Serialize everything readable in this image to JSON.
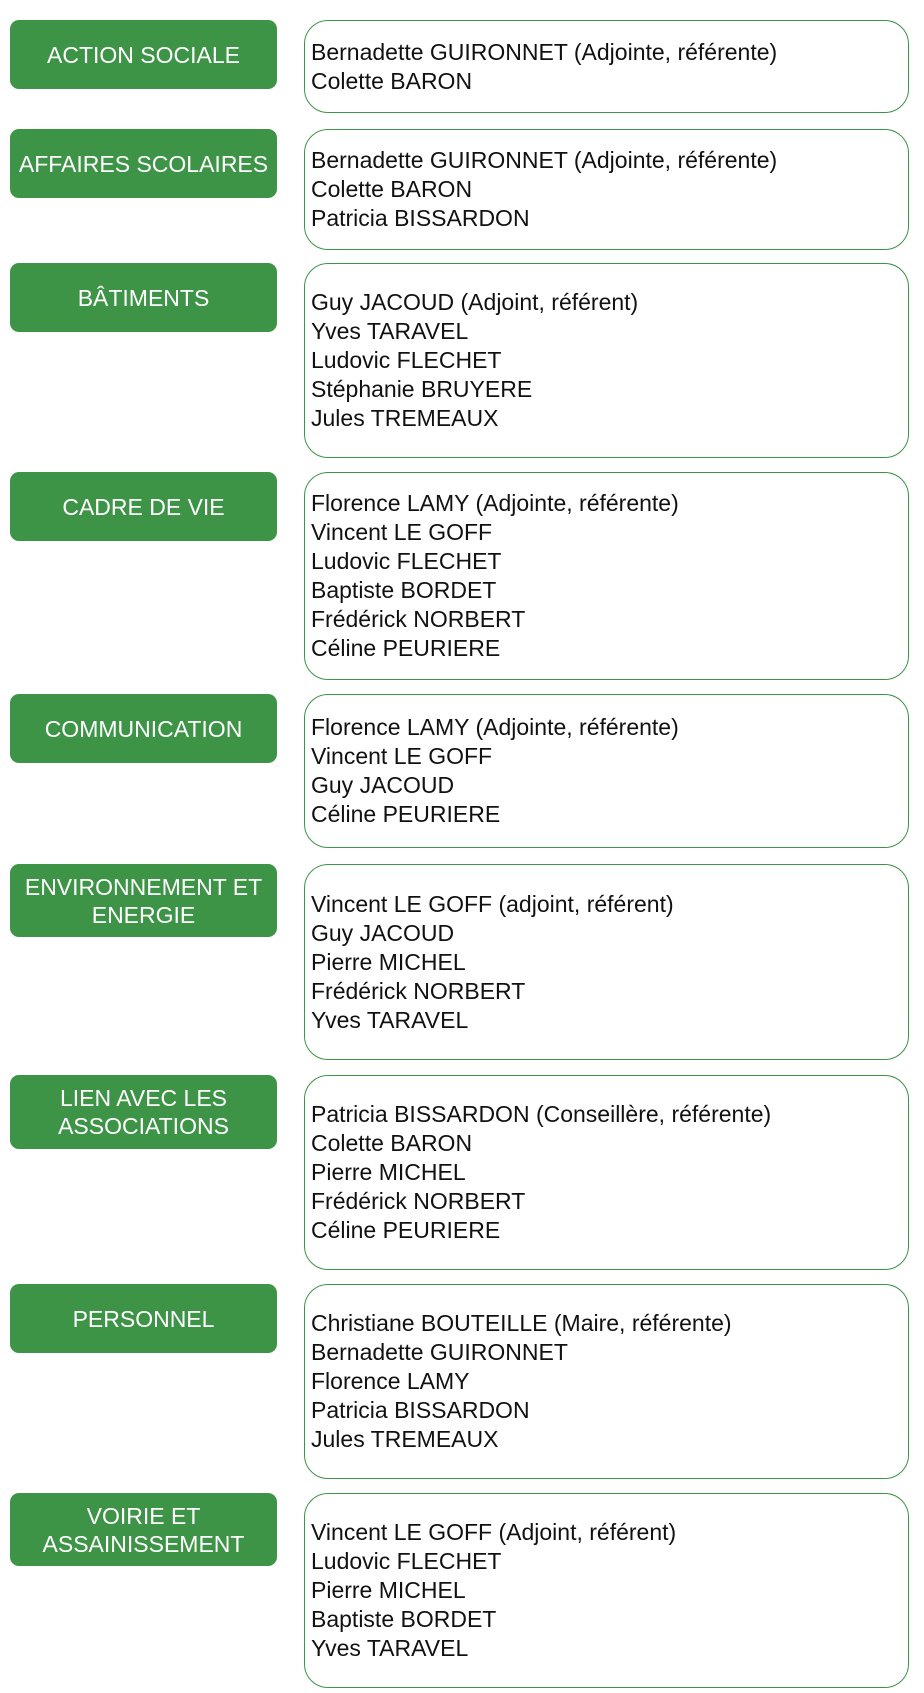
{
  "commissions": [
    {
      "name": "ACTION SOCIALE",
      "members": [
        "Bernadette GUIRONNET (Adjointe, référente)",
        "Colette BARON"
      ]
    },
    {
      "name": "AFFAIRES SCOLAIRES",
      "members": [
        "Bernadette GUIRONNET (Adjointe, référente)",
        "Colette BARON",
        "Patricia BISSARDON"
      ]
    },
    {
      "name": "BÂTIMENTS",
      "members": [
        "Guy JACOUD (Adjoint, référent)",
        "Yves TARAVEL",
        "Ludovic FLECHET",
        "Stéphanie BRUYERE",
        "Jules TREMEAUX"
      ]
    },
    {
      "name": "CADRE DE VIE",
      "members": [
        "Florence LAMY (Adjointe, référente)",
        "Vincent LE GOFF",
        "Ludovic FLECHET",
        "Baptiste BORDET",
        "Frédérick NORBERT",
        "Céline PEURIERE"
      ]
    },
    {
      "name": "COMMUNICATION",
      "members": [
        "Florence LAMY (Adjointe, référente)",
        "Vincent LE GOFF",
        "Guy JACOUD",
        "Céline PEURIERE"
      ]
    },
    {
      "name": "ENVIRONNEMENT  ET\nENERGIE",
      "members": [
        "Vincent LE GOFF (adjoint, référent)",
        "Guy JACOUD",
        "Pierre MICHEL",
        "Frédérick NORBERT",
        "Yves TARAVEL"
      ]
    },
    {
      "name": "LIEN AVEC LES\nASSOCIATIONS",
      "members": [
        "Patricia BISSARDON (Conseillère, référente)",
        "Colette BARON",
        "Pierre MICHEL",
        "Frédérick NORBERT",
        "Céline PEURIERE"
      ]
    },
    {
      "name": "PERSONNEL",
      "members": [
        "Christiane BOUTEILLE (Maire, référente)",
        "Bernadette GUIRONNET",
        "Florence LAMY",
        "Patricia BISSARDON",
        "Jules TREMEAUX"
      ]
    },
    {
      "name": "VOIRIE ET\nASSAINISSEMENT",
      "members": [
        "Vincent LE GOFF (Adjoint, référent)",
        "Ludovic FLECHET",
        "Pierre MICHEL",
        "Baptiste BORDET",
        "Yves TARAVEL"
      ]
    }
  ]
}
